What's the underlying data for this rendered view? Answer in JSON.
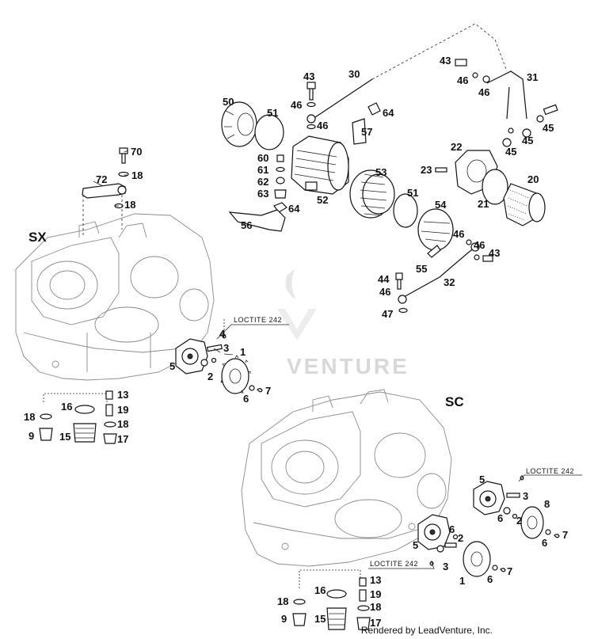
{
  "sections": {
    "sx": "SX",
    "sc": "SC"
  },
  "notes": {
    "loctite_sx": "LOCTITE 242",
    "loctite_sc_right": "LOCTITE 242",
    "loctite_sc_bottom": "LOCTITE 242"
  },
  "watermark": "VENTURE",
  "footer": "Rendered by LeadVenture, Inc.",
  "callouts": {
    "c70": "70",
    "c18a": "18",
    "c72": "72",
    "c18b": "18",
    "c50": "50",
    "c51a": "51",
    "c43a": "43",
    "c46a": "46",
    "c46b": "46",
    "c30": "30",
    "c64a": "64",
    "c57": "57",
    "c60": "60",
    "c61": "61",
    "c62": "62",
    "c63": "63",
    "c64b": "64",
    "c52": "52",
    "c53": "53",
    "c51b": "51",
    "c56": "56",
    "c43b": "43",
    "c46c": "46",
    "c46d": "46",
    "c31": "31",
    "c45a": "45",
    "c45b": "45",
    "c45c": "45",
    "c22": "22",
    "c23": "23",
    "c20": "20",
    "c21": "21",
    "c54": "54",
    "c46e": "46",
    "c46f": "46",
    "c43c": "43",
    "c55": "55",
    "c44": "44",
    "c46g": "46",
    "c32": "32",
    "c47": "47",
    "c3a": "3",
    "c1a": "1",
    "c4a": "4",
    "c5a": "5",
    "c2a": "2",
    "c7a": "7",
    "c6a": "6",
    "c18c": "18",
    "c16a": "16",
    "c13a": "13",
    "c19a": "19",
    "c18d": "18",
    "c9a": "9",
    "c15a": "15",
    "c17a": "17",
    "c5b": "5",
    "c3b": "3",
    "c8": "8",
    "c6b": "6",
    "c2b": "2",
    "c6c": "6",
    "c7b": "7",
    "c6d": "6",
    "c2c": "2",
    "c5c": "5",
    "c3c": "3",
    "c6e": "6",
    "c7c": "7",
    "c1b": "1",
    "c13b": "13",
    "c16b": "16",
    "c18e": "18",
    "c19b": "19",
    "c18f": "18",
    "c9b": "9",
    "c15b": "15",
    "c17b": "17"
  }
}
